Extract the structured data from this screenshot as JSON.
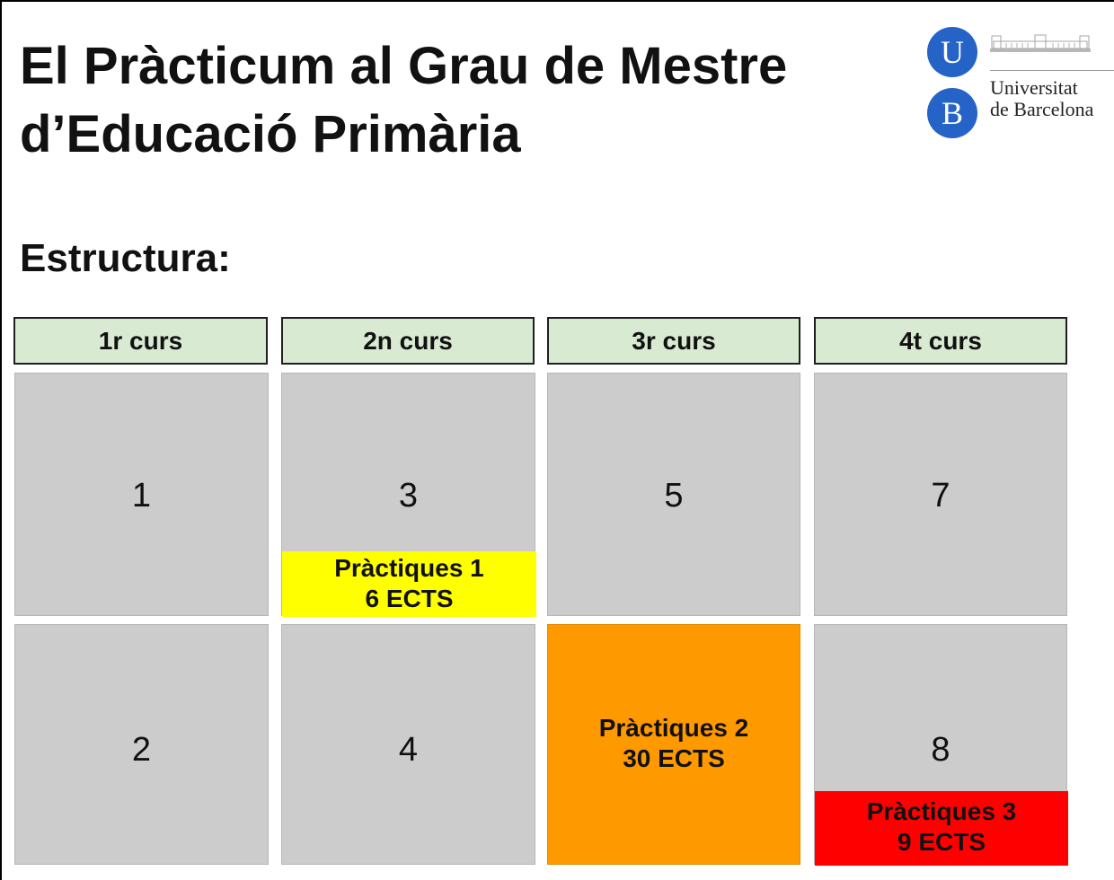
{
  "title": {
    "line1": "El Pràcticum al Grau de Mestre",
    "line2": "d’Educació Primària"
  },
  "logo": {
    "letter_top": "U",
    "letter_bottom": "B",
    "name_line1": "Universitat",
    "name_line2": "de Barcelona"
  },
  "subtitle": "Estructura:",
  "years": [
    {
      "label": "1r curs"
    },
    {
      "label": "2n curs"
    },
    {
      "label": "3r curs"
    },
    {
      "label": "4t curs"
    }
  ],
  "semesters": [
    {
      "label": "1"
    },
    {
      "label": "2"
    },
    {
      "label": "3"
    },
    {
      "label": "4"
    },
    {
      "label": "5"
    },
    {
      "label": "7"
    },
    {
      "label": "8"
    }
  ],
  "practicums": [
    {
      "name": "Pràctiques 1",
      "credits": "6 ECTS",
      "color": "#ffff00"
    },
    {
      "name": "Pràctiques 2",
      "credits": "30 ECTS",
      "color": "#ff9900"
    },
    {
      "name": "Pràctiques 3",
      "credits": "9 ECTS",
      "color": "#ff0000"
    }
  ],
  "colors": {
    "year_header_bg": "#d9ead3",
    "semester_bg": "#cccccc",
    "logo_blue": "#2563c7"
  }
}
